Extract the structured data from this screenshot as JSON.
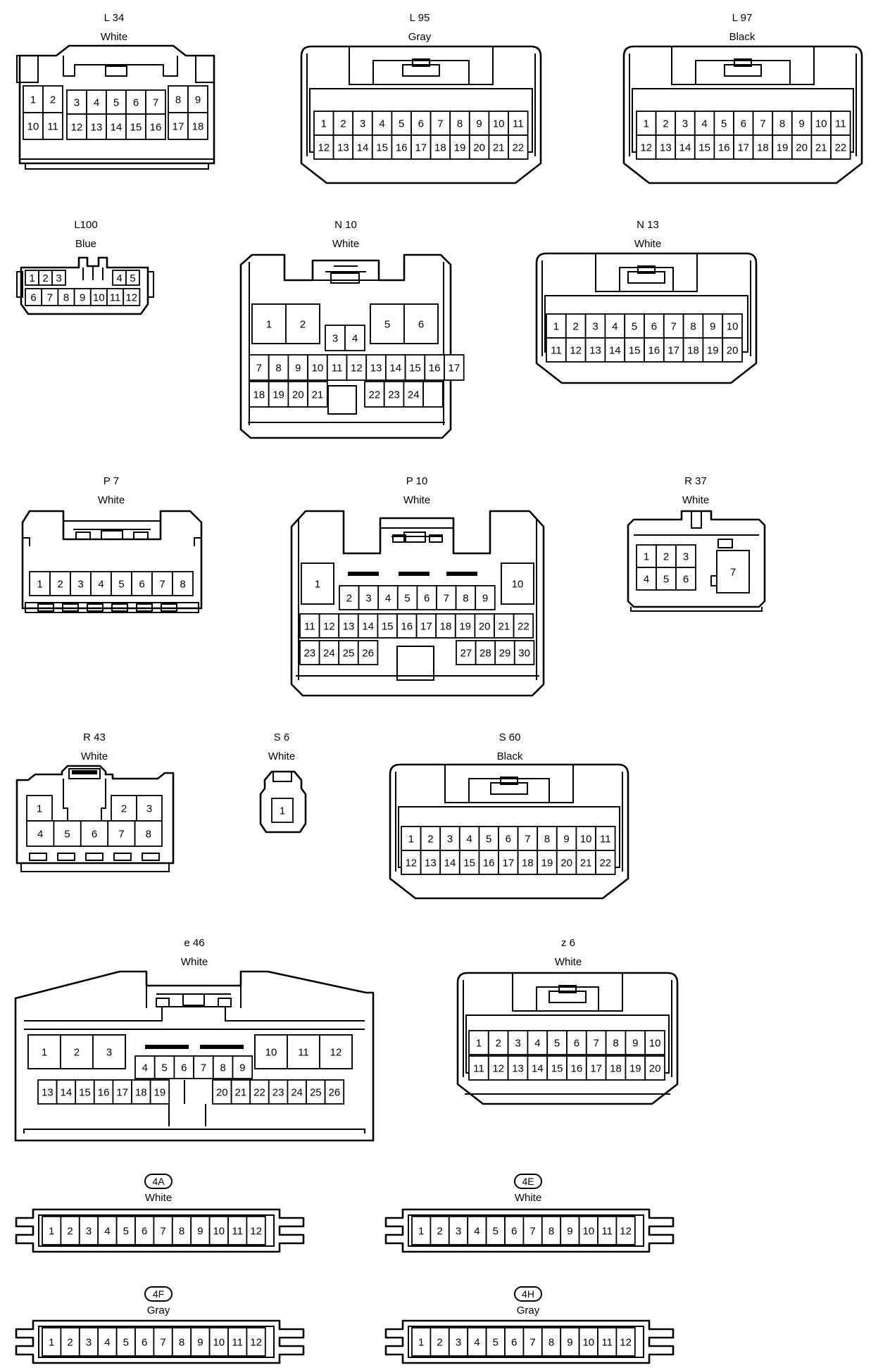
{
  "connectors": [
    {
      "id": "L34",
      "code": "L 34",
      "color": "White",
      "pins": [
        "1",
        "2",
        "3",
        "4",
        "5",
        "6",
        "7",
        "8",
        "9",
        "10",
        "11",
        "12",
        "13",
        "14",
        "15",
        "16",
        "17",
        "18"
      ]
    },
    {
      "id": "L95",
      "code": "L 95",
      "color": "Gray",
      "pins": [
        "1",
        "2",
        "3",
        "4",
        "5",
        "6",
        "7",
        "8",
        "9",
        "10",
        "11",
        "12",
        "13",
        "14",
        "15",
        "16",
        "17",
        "18",
        "19",
        "20",
        "21",
        "22"
      ]
    },
    {
      "id": "L97",
      "code": "L 97",
      "color": "Black",
      "pins": [
        "1",
        "2",
        "3",
        "4",
        "5",
        "6",
        "7",
        "8",
        "9",
        "10",
        "11",
        "12",
        "13",
        "14",
        "15",
        "16",
        "17",
        "18",
        "19",
        "20",
        "21",
        "22"
      ]
    },
    {
      "id": "L100",
      "code": "L100",
      "color": "Blue",
      "pins": [
        "1",
        "2",
        "3",
        "4",
        "5",
        "6",
        "7",
        "8",
        "9",
        "10",
        "11",
        "12"
      ]
    },
    {
      "id": "N10",
      "code": "N 10",
      "color": "White",
      "pins": [
        "1",
        "2",
        "3",
        "4",
        "5",
        "6",
        "7",
        "8",
        "9",
        "10",
        "11",
        "12",
        "13",
        "14",
        "15",
        "16",
        "17",
        "18",
        "19",
        "20",
        "21",
        "22",
        "23",
        "24"
      ]
    },
    {
      "id": "N13",
      "code": "N 13",
      "color": "White",
      "pins": [
        "1",
        "2",
        "3",
        "4",
        "5",
        "6",
        "7",
        "8",
        "9",
        "10",
        "11",
        "12",
        "13",
        "14",
        "15",
        "16",
        "17",
        "18",
        "19",
        "20"
      ]
    },
    {
      "id": "P7",
      "code": "P 7",
      "color": "White",
      "pins": [
        "1",
        "2",
        "3",
        "4",
        "5",
        "6",
        "7",
        "8"
      ]
    },
    {
      "id": "P10",
      "code": "P 10",
      "color": "White",
      "pins": [
        "1",
        "2",
        "3",
        "4",
        "5",
        "6",
        "7",
        "8",
        "9",
        "10",
        "11",
        "12",
        "13",
        "14",
        "15",
        "16",
        "17",
        "18",
        "19",
        "20",
        "21",
        "22",
        "23",
        "24",
        "25",
        "26",
        "27",
        "28",
        "29",
        "30"
      ]
    },
    {
      "id": "R37",
      "code": "R 37",
      "color": "White",
      "pins": [
        "1",
        "2",
        "3",
        "4",
        "5",
        "6",
        "7"
      ]
    },
    {
      "id": "R43",
      "code": "R 43",
      "color": "White",
      "pins": [
        "1",
        "2",
        "3",
        "4",
        "5",
        "6",
        "7",
        "8"
      ]
    },
    {
      "id": "S6",
      "code": "S 6",
      "color": "White",
      "pins": [
        "1"
      ]
    },
    {
      "id": "S60",
      "code": "S 60",
      "color": "Black",
      "pins": [
        "1",
        "2",
        "3",
        "4",
        "5",
        "6",
        "7",
        "8",
        "9",
        "10",
        "11",
        "12",
        "13",
        "14",
        "15",
        "16",
        "17",
        "18",
        "19",
        "20",
        "21",
        "22"
      ]
    },
    {
      "id": "e46",
      "code": "e 46",
      "color": "White",
      "pins": [
        "1",
        "2",
        "3",
        "4",
        "5",
        "6",
        "7",
        "8",
        "9",
        "10",
        "11",
        "12",
        "13",
        "14",
        "15",
        "16",
        "17",
        "18",
        "19",
        "20",
        "21",
        "22",
        "23",
        "24",
        "25",
        "26"
      ]
    },
    {
      "id": "z6",
      "code": "z 6",
      "color": "White",
      "pins": [
        "1",
        "2",
        "3",
        "4",
        "5",
        "6",
        "7",
        "8",
        "9",
        "10",
        "11",
        "12",
        "13",
        "14",
        "15",
        "16",
        "17",
        "18",
        "19",
        "20"
      ]
    },
    {
      "id": "4A",
      "code": "4A",
      "color": "White",
      "pins": [
        "1",
        "2",
        "3",
        "4",
        "5",
        "6",
        "7",
        "8",
        "9",
        "10",
        "11",
        "12"
      ]
    },
    {
      "id": "4E",
      "code": "4E",
      "color": "White",
      "pins": [
        "1",
        "2",
        "3",
        "4",
        "5",
        "6",
        "7",
        "8",
        "9",
        "10",
        "11",
        "12"
      ]
    },
    {
      "id": "4F",
      "code": "4F",
      "color": "Gray",
      "pins": [
        "1",
        "2",
        "3",
        "4",
        "5",
        "6",
        "7",
        "8",
        "9",
        "10",
        "11",
        "12"
      ]
    },
    {
      "id": "4H",
      "code": "4H",
      "color": "Gray",
      "pins": [
        "1",
        "2",
        "3",
        "4",
        "5",
        "6",
        "7",
        "8",
        "9",
        "10",
        "11",
        "12"
      ]
    }
  ]
}
